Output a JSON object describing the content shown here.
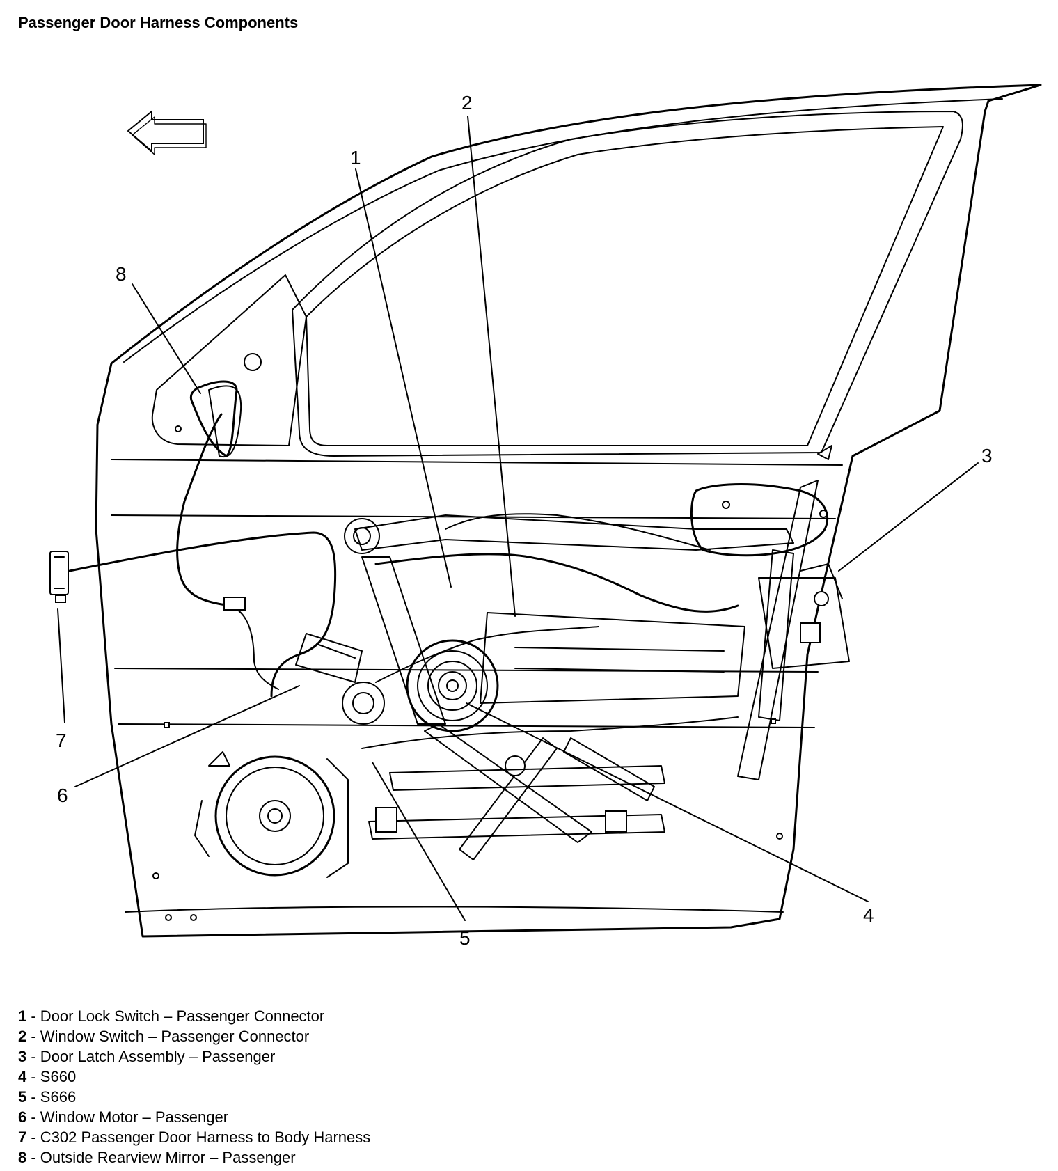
{
  "title": "Passenger Door Harness Components",
  "callouts": [
    {
      "number": "1"
    },
    {
      "number": "2"
    },
    {
      "number": "3"
    },
    {
      "number": "4"
    },
    {
      "number": "5"
    },
    {
      "number": "6"
    },
    {
      "number": "7"
    },
    {
      "number": "8"
    }
  ],
  "legend": [
    {
      "number": "1",
      "text": " - Door Lock Switch – Passenger Connector"
    },
    {
      "number": "2",
      "text": " - Window Switch – Passenger Connector"
    },
    {
      "number": "3",
      "text": " - Door Latch Assembly – Passenger"
    },
    {
      "number": "4",
      "text": " - S660"
    },
    {
      "number": "5",
      "text": " - S666"
    },
    {
      "number": "6",
      "text": " - Window Motor – Passenger"
    },
    {
      "number": "7",
      "text": " - C302 Passenger Door Harness to Body Harness"
    },
    {
      "number": "8",
      "text": " - Outside Rearview Mirror – Passenger"
    }
  ],
  "icons": {
    "direction_arrow": "left-arrow-icon"
  }
}
